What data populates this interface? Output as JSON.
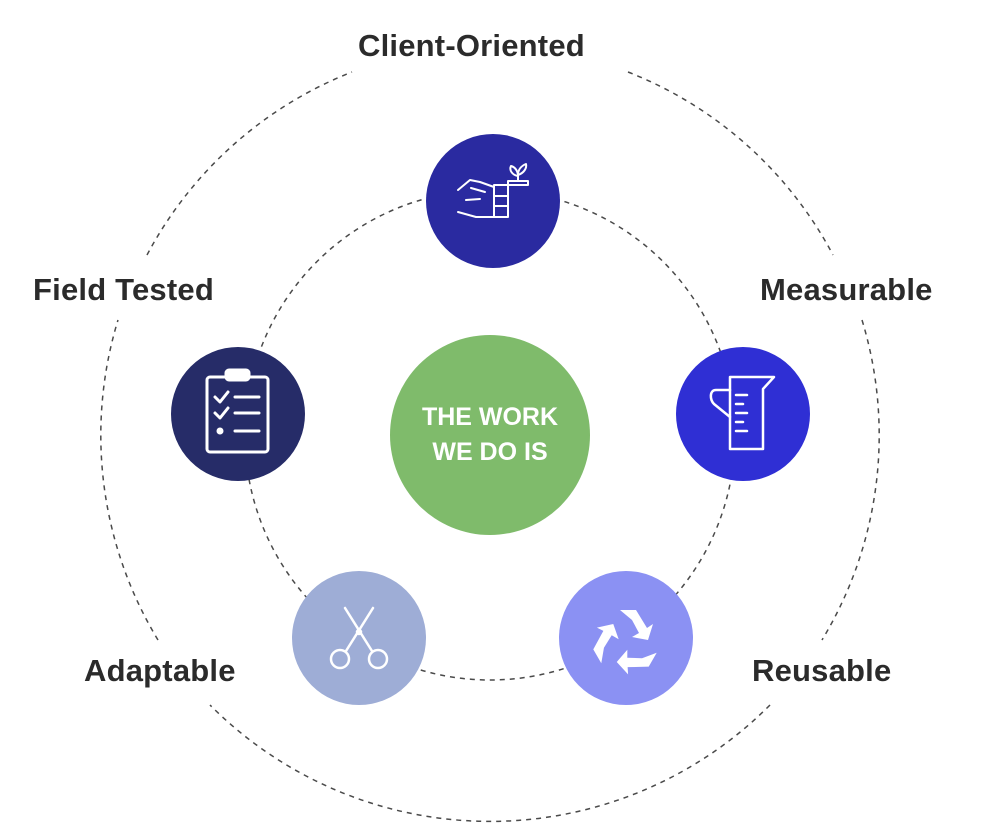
{
  "center": {
    "line1": "THE WORK",
    "line2": "WE DO IS",
    "color": "#7fbb6b"
  },
  "labels": {
    "client_oriented": "Client-Oriented",
    "field_tested": "Field Tested",
    "measurable": "Measurable",
    "adaptable": "Adaptable",
    "reusable": "Reusable"
  },
  "nodes": [
    {
      "name": "client-oriented",
      "icon": "hand-with-plant-icon",
      "color": "#2a2aa0"
    },
    {
      "name": "measurable",
      "icon": "measuring-cup-icon",
      "color": "#2f2fd4"
    },
    {
      "name": "reusable",
      "icon": "recycle-icon",
      "color": "#8b91f3"
    },
    {
      "name": "adaptable",
      "icon": "scissors-icon",
      "color": "#9eadd6"
    },
    {
      "name": "field-tested",
      "icon": "clipboard-checklist-icon",
      "color": "#262c68"
    }
  ]
}
